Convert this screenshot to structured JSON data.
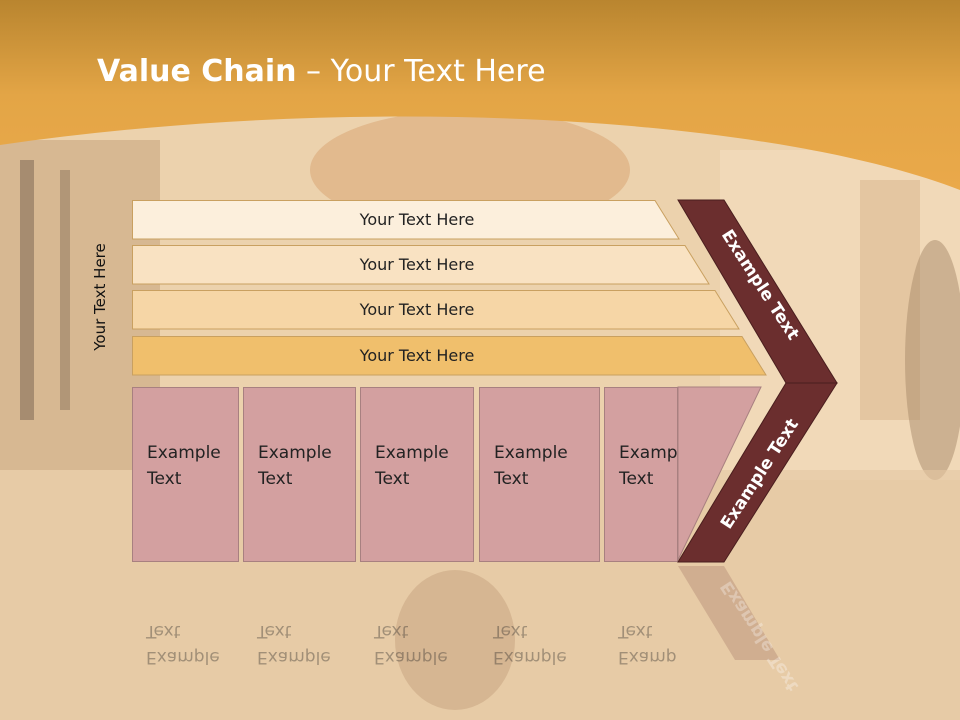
{
  "slide": {
    "title_bold": "Value Chain",
    "title_rest": " – Your Text Here",
    "vertical_label": "Your Text Here"
  },
  "rows": [
    {
      "label": "Your Text Here",
      "color": "#fcefdc"
    },
    {
      "label": "Your Text Here",
      "color": "#f9e2c2"
    },
    {
      "label": "Your Text Here",
      "color": "#f6d6a6"
    },
    {
      "label": "Your Text Here",
      "color": "#f0bf6c"
    }
  ],
  "boxes": [
    {
      "label": "Example\nText"
    },
    {
      "label": "Example\nText"
    },
    {
      "label": "Example\nText"
    },
    {
      "label": "Example\nText"
    },
    {
      "label": "Example\nText"
    }
  ],
  "chevron": {
    "top_label": "Example Text",
    "bottom_label": "Example Text",
    "color": "#6b2e2e"
  },
  "colors": {
    "header": "#e8a84a",
    "box": "#d3a0a0",
    "row_border": "#c9a060"
  }
}
